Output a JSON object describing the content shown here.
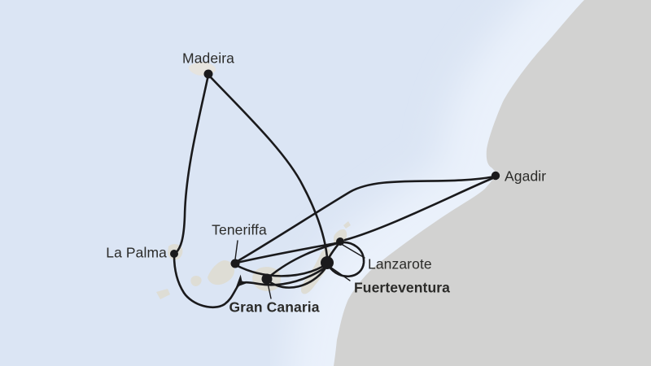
{
  "map": {
    "kind": "cruise-itinerary-map",
    "ports": {
      "madeira": {
        "label": "Madeira",
        "emphasis": "regular"
      },
      "agadir": {
        "label": "Agadir",
        "emphasis": "regular"
      },
      "la_palma": {
        "label": "La Palma",
        "emphasis": "regular"
      },
      "teneriffa": {
        "label": "Teneriffa",
        "emphasis": "regular"
      },
      "lanzarote": {
        "label": "Lanzarote",
        "emphasis": "regular"
      },
      "fuerteventura": {
        "label": "Fuerteventura",
        "emphasis": "bold"
      },
      "gran_canaria": {
        "label": "Gran Canaria",
        "emphasis": "bold"
      }
    },
    "connections": [
      {
        "from": "Madeira",
        "to": "La Palma"
      },
      {
        "from": "Madeira",
        "to": "Fuerteventura"
      },
      {
        "from": "Agadir",
        "to": "Teneriffa"
      },
      {
        "from": "Agadir",
        "to": "Lanzarote"
      },
      {
        "from": "Teneriffa",
        "to": "Lanzarote"
      },
      {
        "from": "Teneriffa",
        "to": "Fuerteventura"
      },
      {
        "from": "Gran Canaria",
        "to": "Fuerteventura"
      },
      {
        "from": "Gran Canaria",
        "to": "Lanzarote"
      },
      {
        "from": "Fuerteventura",
        "to": "Lanzarote"
      },
      {
        "from": "Fuerteventura",
        "to": "La Palma",
        "marker": "southwest-direction-arrow"
      }
    ],
    "colors": {
      "sea": "#dbe5f4",
      "shallow": "#eaf1fb",
      "land": "#d2d2d1",
      "island": "#deddd5",
      "island-faint": "#e6e4df",
      "route": "#1a1a1c",
      "text": "#2b2b29"
    }
  }
}
